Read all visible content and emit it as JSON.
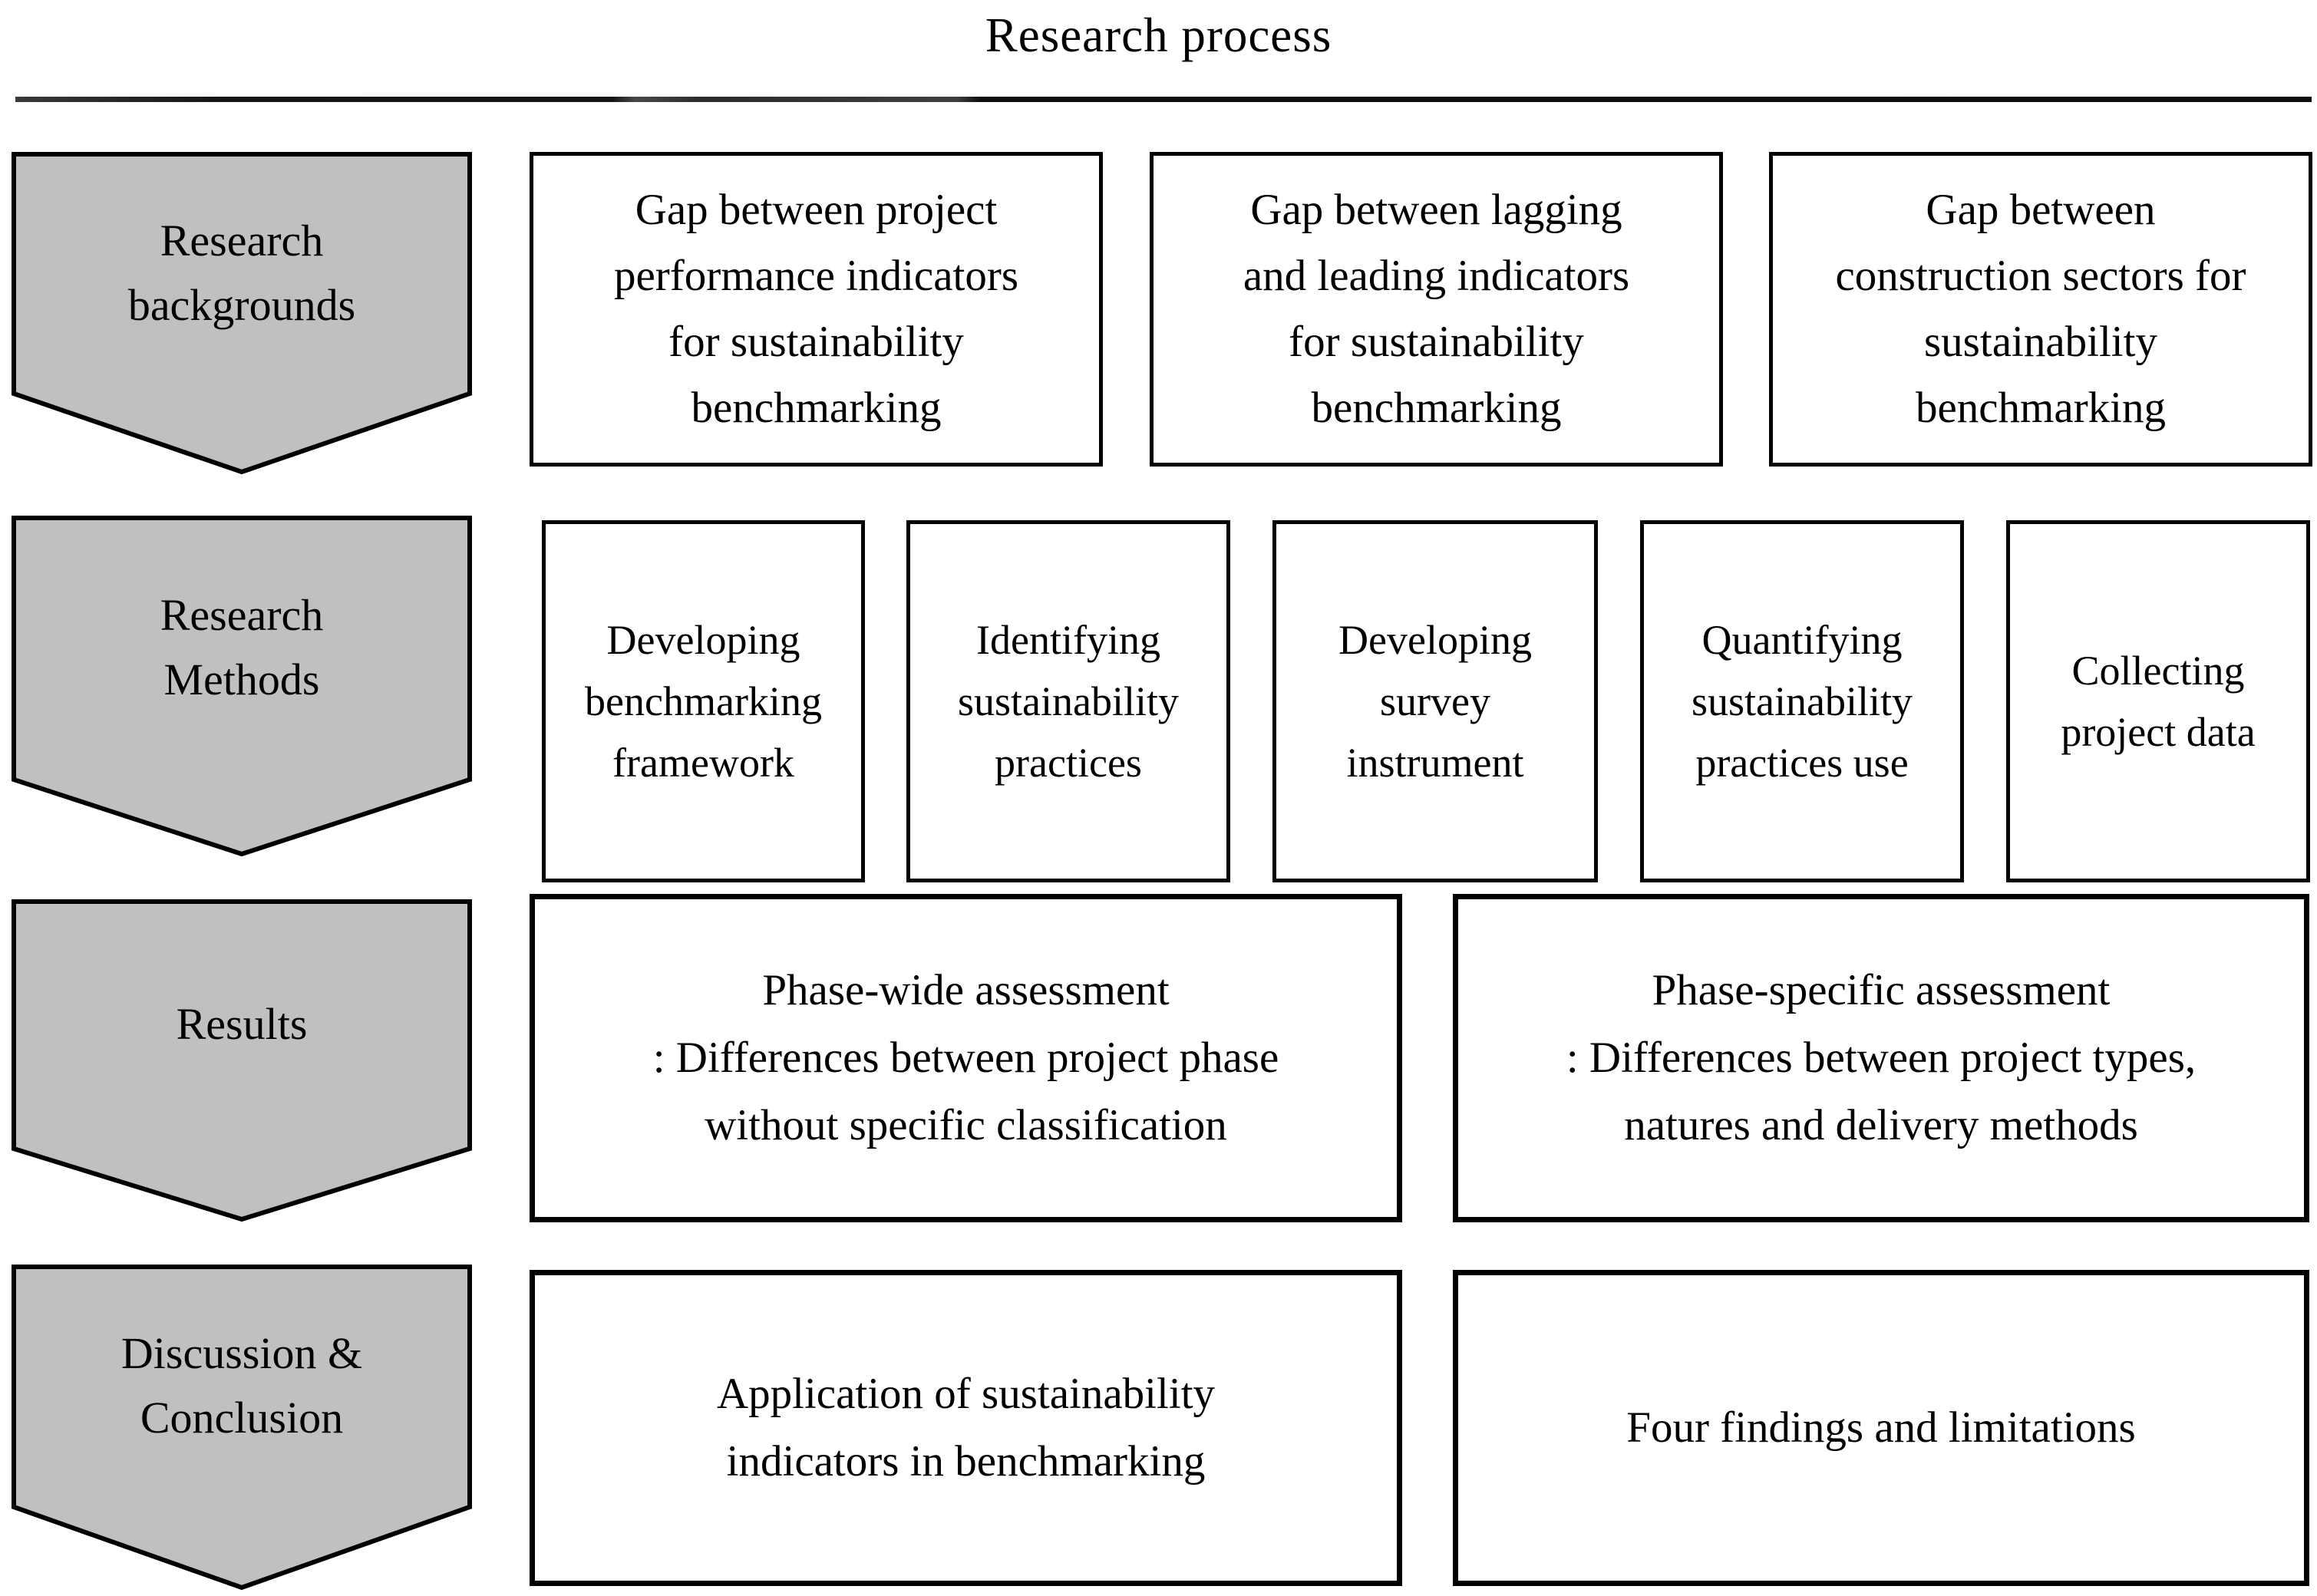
{
  "title": "Research process",
  "colors": {
    "arrow_fill": "#c0c0c0",
    "border_color": "#000000",
    "text_color": "#000000"
  },
  "stages": [
    {
      "label": [
        "Research",
        "backgrounds"
      ],
      "boxes": [
        {
          "lines": [
            "Gap between project",
            "performance indicators",
            "for sustainability",
            "benchmarking"
          ]
        },
        {
          "lines": [
            "Gap between lagging",
            "and leading indicators",
            "for sustainability",
            "benchmarking"
          ]
        },
        {
          "lines": [
            "Gap between",
            "construction sectors for",
            "sustainability",
            "benchmarking"
          ]
        }
      ]
    },
    {
      "label": [
        "Research",
        "Methods"
      ],
      "boxes": [
        {
          "lines": [
            "Developing",
            "benchmarking",
            "framework"
          ]
        },
        {
          "lines": [
            "Identifying",
            "sustainability",
            "practices"
          ]
        },
        {
          "lines": [
            "Developing",
            "survey",
            "instrument"
          ]
        },
        {
          "lines": [
            "Quantifying",
            "sustainability",
            "practices use"
          ]
        },
        {
          "lines": [
            "Collecting",
            "project data"
          ]
        }
      ]
    },
    {
      "label": [
        "Results"
      ],
      "boxes": [
        {
          "lines": [
            "Phase-wide assessment",
            ": Differences between project phase",
            "without specific classification"
          ]
        },
        {
          "lines": [
            "Phase-specific assessment",
            ": Differences between project types,",
            "natures and delivery methods"
          ]
        }
      ]
    },
    {
      "label": [
        "Discussion &",
        "Conclusion"
      ],
      "boxes": [
        {
          "lines": [
            "Application of sustainability",
            "indicators in benchmarking"
          ]
        },
        {
          "lines": [
            "Four findings and limitations"
          ]
        }
      ]
    }
  ]
}
